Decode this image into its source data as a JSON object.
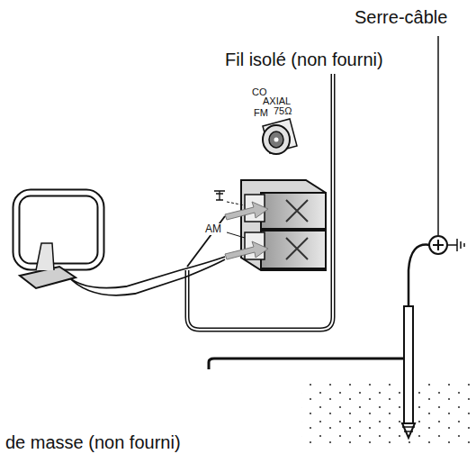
{
  "diagram": {
    "labels": [
      "Serre-câble",
      "Fil isolé (non fourni)",
      "CO",
      "AXIAL",
      "FM",
      "75Ω",
      "AM",
      "de masse (non fourni)"
    ]
  }
}
